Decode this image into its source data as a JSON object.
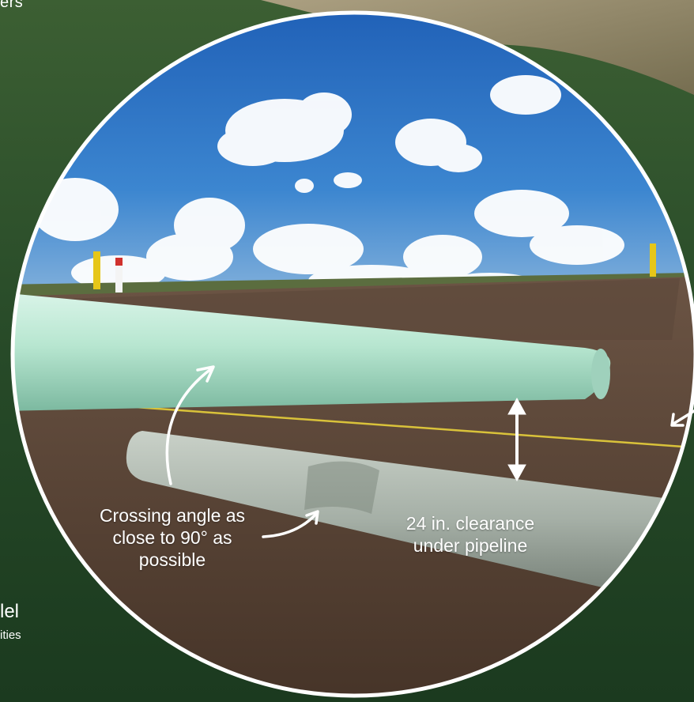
{
  "edge_text": {
    "top_left": "ers",
    "bottom_left_large": "lel",
    "bottom_left_small": "ities"
  },
  "callouts": {
    "crossing": {
      "line1": "Crossing angle as",
      "line2": "close to 90° as",
      "line3": "possible"
    },
    "clearance": {
      "line1": "24 in. clearance",
      "line2": "under pipeline"
    }
  },
  "colors": {
    "sky": "#2f74c4",
    "soil": "#5a4638",
    "grass": "#244a26",
    "upper_pipe": "#bfe8d6",
    "lower_pipe": "#a9b3aa",
    "warning_tape": "#d9c23a",
    "marker_yellow": "#e6c619",
    "marker_red": "#d0312d"
  },
  "icons": [
    "curved-arrow-icon",
    "double-arrow-icon"
  ]
}
